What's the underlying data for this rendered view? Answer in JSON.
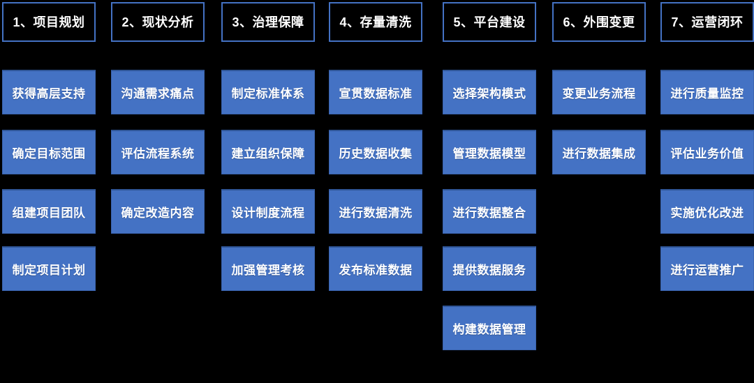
{
  "diagram": {
    "type": "process-flow-columns",
    "background_color": "#000000",
    "header_border_color": "#4472C4",
    "task_fill_color": "#4472C4",
    "task_border_color": "#2F5597",
    "text_color": "#FFFFFF",
    "columns": [
      {
        "header": "1、项目规划",
        "tasks": [
          "获得高层支持",
          "确定目标范围",
          "组建项目团队",
          "制定项目计划"
        ]
      },
      {
        "header": "2、现状分析",
        "tasks": [
          "沟通需求痛点",
          "评估流程系统",
          "确定改造内容"
        ]
      },
      {
        "header": "3、治理保障",
        "tasks": [
          "制定标准体系",
          "建立组织保障",
          "设计制度流程",
          "加强管理考核"
        ]
      },
      {
        "header": "4、存量清洗",
        "tasks": [
          "宣贯数据标准",
          "历史数据收集",
          "进行数据清洗",
          "发布标准数据"
        ]
      },
      {
        "header": "5、平台建设",
        "tasks": [
          "选择架构模式",
          "管理数据模型",
          "进行数据整合",
          "提供数据服务",
          "构建数据管理"
        ]
      },
      {
        "header": "6、外围变更",
        "tasks": [
          "变更业务流程",
          "进行数据集成"
        ]
      },
      {
        "header": "7、运营闭环",
        "tasks": [
          "进行质量监控",
          "评估业务价值",
          "实施优化改进",
          "进行运营推广"
        ]
      }
    ]
  }
}
